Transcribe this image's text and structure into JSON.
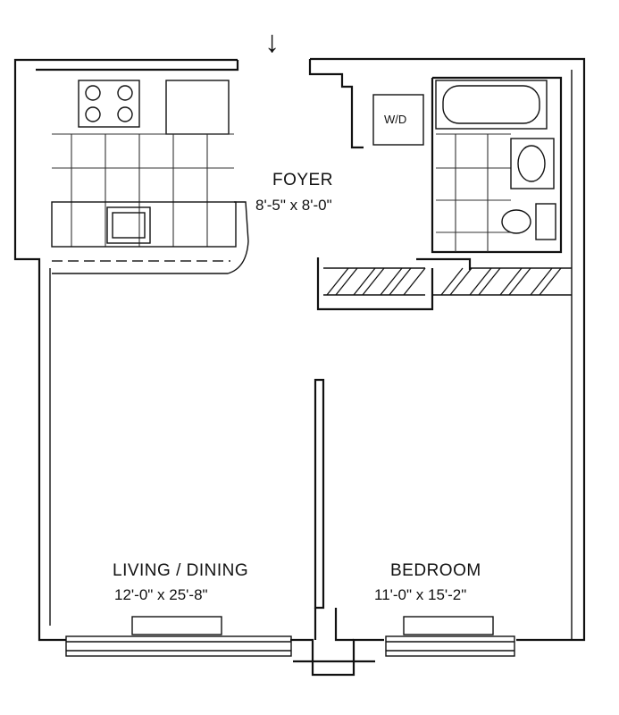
{
  "plan": {
    "entry_arrow": "↓",
    "rooms": {
      "foyer": {
        "name": "FOYER",
        "dimensions": "8'-5\" x 8'-0\""
      },
      "living_dining": {
        "name": "LIVING / DINING",
        "dimensions": "12'-0\" x 25'-8\""
      },
      "bedroom": {
        "name": "BEDROOM",
        "dimensions": "11'-0\" x 15'-2\""
      }
    },
    "fixtures": {
      "washer_dryer": "W/D"
    }
  }
}
